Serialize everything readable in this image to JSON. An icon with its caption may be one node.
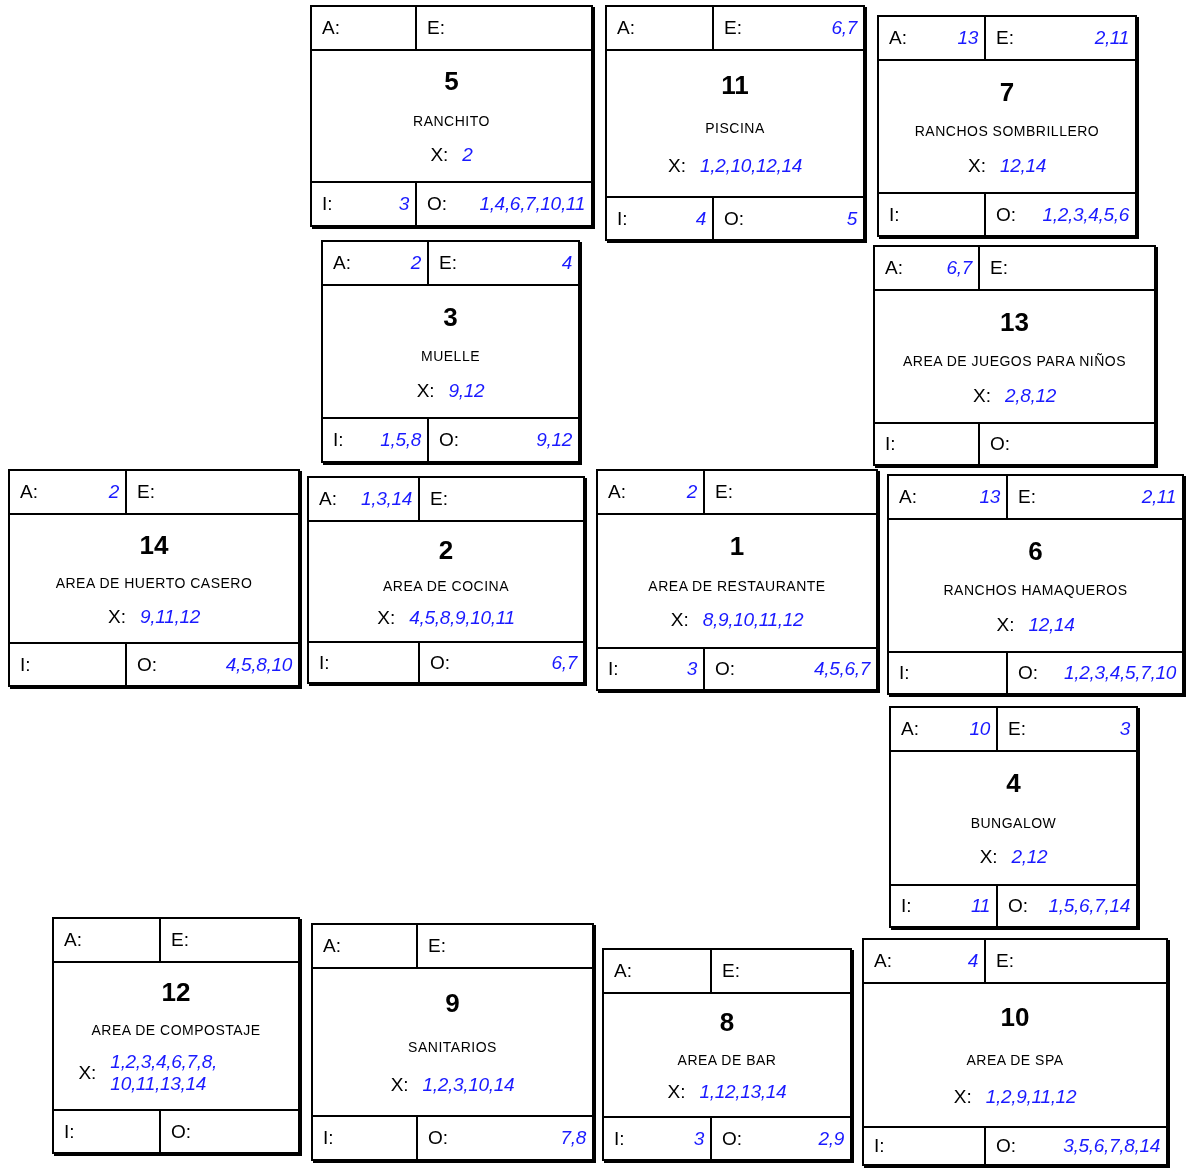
{
  "diagram": {
    "nodes": [
      {
        "text": [
          "5",
          "RANCHITO",
          "X:",
          "2"
        ]
      },
      {
        "text": [
          "A:"
        ],
        "in": 0
      },
      {
        "text": [
          "E:"
        ],
        "in": 0
      },
      {
        "text": [
          "I:",
          "3"
        ],
        "in": 0
      },
      {
        "text": [
          "O:",
          "1,4,6,7,10,11"
        ],
        "in": 0
      },
      {
        "text": [
          "11",
          "PISCINA",
          "X:",
          "1,2,10,12,14"
        ]
      },
      {
        "text": [
          "A:"
        ],
        "in": 5
      },
      {
        "text": [
          "E:",
          "6,7"
        ],
        "in": 5
      },
      {
        "text": [
          "I:",
          "4"
        ],
        "in": 5
      },
      {
        "text": [
          "O:",
          "5"
        ],
        "in": 5
      },
      {
        "text": [
          "7",
          "RANCHOS SOMBRILLERO",
          "X:",
          "12,14"
        ]
      },
      {
        "text": [
          "A:",
          "13"
        ],
        "in": 10
      },
      {
        "text": [
          "E:",
          "2,11"
        ],
        "in": 10
      },
      {
        "text": [
          "I:"
        ],
        "in": 10
      },
      {
        "text": [
          "O:",
          "1,2,3,4,5,6"
        ],
        "in": 10
      },
      {
        "text": [
          "3",
          "MUELLE",
          "X:",
          "9,12"
        ]
      },
      {
        "text": [
          "A:",
          "2"
        ],
        "in": 15
      },
      {
        "text": [
          "E:",
          "4"
        ],
        "in": 15
      },
      {
        "text": [
          "I:",
          "1,5,8"
        ],
        "in": 15
      },
      {
        "text": [
          "O:",
          "9,12"
        ],
        "in": 15
      },
      {
        "text": [
          "13",
          "AREA DE JUEGOS PARA NIÑOS",
          "X:",
          "2,8,12"
        ]
      },
      {
        "text": [
          "A:",
          "6,7"
        ],
        "in": 20
      },
      {
        "text": [
          "E:"
        ],
        "in": 20
      },
      {
        "text": [
          "I:"
        ],
        "in": 20
      },
      {
        "text": [
          "O:"
        ],
        "in": 20
      },
      {
        "text": [
          "14",
          "AREA DE HUERTO CASERO",
          "X:",
          "9,11,12"
        ]
      },
      {
        "text": [
          "A:",
          "2"
        ],
        "in": 25
      },
      {
        "text": [
          "E:"
        ],
        "in": 25
      },
      {
        "text": [
          "I:"
        ],
        "in": 25
      },
      {
        "text": [
          "O:",
          "4,5,8,10"
        ],
        "in": 25
      },
      {
        "text": [
          "2",
          "AREA DE COCINA",
          "X:",
          "4,5,8,9,10,11"
        ]
      },
      {
        "text": [
          "A:",
          "1,3,14"
        ],
        "in": 30
      },
      {
        "text": [
          "E:"
        ],
        "in": 30
      },
      {
        "text": [
          "I:"
        ],
        "in": 30
      },
      {
        "text": [
          "O:",
          "6,7"
        ],
        "in": 30
      },
      {
        "text": [
          "1",
          "AREA DE RESTAURANTE",
          "X:",
          "8,9,10,11,12"
        ]
      },
      {
        "text": [
          "A:",
          "2"
        ],
        "in": 35
      },
      {
        "text": [
          "E:"
        ],
        "in": 35
      },
      {
        "text": [
          "I:",
          "3"
        ],
        "in": 35
      },
      {
        "text": [
          "O:",
          "4,5,6,7"
        ],
        "in": 35
      },
      {
        "text": [
          "6",
          "RANCHOS HAMAQUEROS",
          "X:",
          "12,14"
        ]
      },
      {
        "text": [
          "A:",
          "13"
        ],
        "in": 40
      },
      {
        "text": [
          "E:",
          "2,11"
        ],
        "in": 40
      },
      {
        "text": [
          "I:"
        ],
        "in": 40
      },
      {
        "text": [
          "O:",
          "1,2,3,4,5,7,10"
        ],
        "in": 40
      },
      {
        "text": [
          "4",
          "BUNGALOW",
          "X:",
          "2,12"
        ]
      },
      {
        "text": [
          "A:",
          "10"
        ],
        "in": 45
      },
      {
        "text": [
          "E:",
          "3"
        ],
        "in": 45
      },
      {
        "text": [
          "I:",
          "11"
        ],
        "in": 45
      },
      {
        "text": [
          "O:",
          "1,5,6,7,14"
        ],
        "in": 45
      },
      {
        "text": [
          "12",
          "AREA DE COMPOSTAJE",
          "X:",
          "1,2,3,4,6,7,8, 10,11,13,14"
        ]
      },
      {
        "text": [
          "A:"
        ],
        "in": 50
      },
      {
        "text": [
          "E:"
        ],
        "in": 50
      },
      {
        "text": [
          "I:"
        ],
        "in": 50
      },
      {
        "text": [
          "O:"
        ],
        "in": 50
      },
      {
        "text": [
          "9",
          "SANITARIOS",
          "X:",
          "1,2,3,10,14"
        ]
      },
      {
        "text": [
          "A:"
        ],
        "in": 55
      },
      {
        "text": [
          "E:"
        ],
        "in": 55
      },
      {
        "text": [
          "I:"
        ],
        "in": 55
      },
      {
        "text": [
          "O:",
          "7,8"
        ],
        "in": 55
      },
      {
        "text": [
          "8",
          "AREA DE BAR",
          "X:",
          "1,12,13,14"
        ]
      },
      {
        "text": [
          "A:"
        ],
        "in": 60
      },
      {
        "text": [
          "E:"
        ],
        "in": 60
      },
      {
        "text": [
          "I:",
          "3"
        ],
        "in": 60
      },
      {
        "text": [
          "O:",
          "2,9"
        ],
        "in": 60
      },
      {
        "text": [
          "10",
          "AREA DE SPA",
          "X:",
          "1,2,9,11,12"
        ]
      },
      {
        "text": [
          "A:",
          "4"
        ],
        "in": 65
      },
      {
        "text": [
          "E:"
        ],
        "in": 65
      },
      {
        "text": [
          "I:"
        ],
        "in": 65
      },
      {
        "text": [
          "O:",
          "3,5,6,7,8,14"
        ],
        "in": 65
      }
    ]
  }
}
